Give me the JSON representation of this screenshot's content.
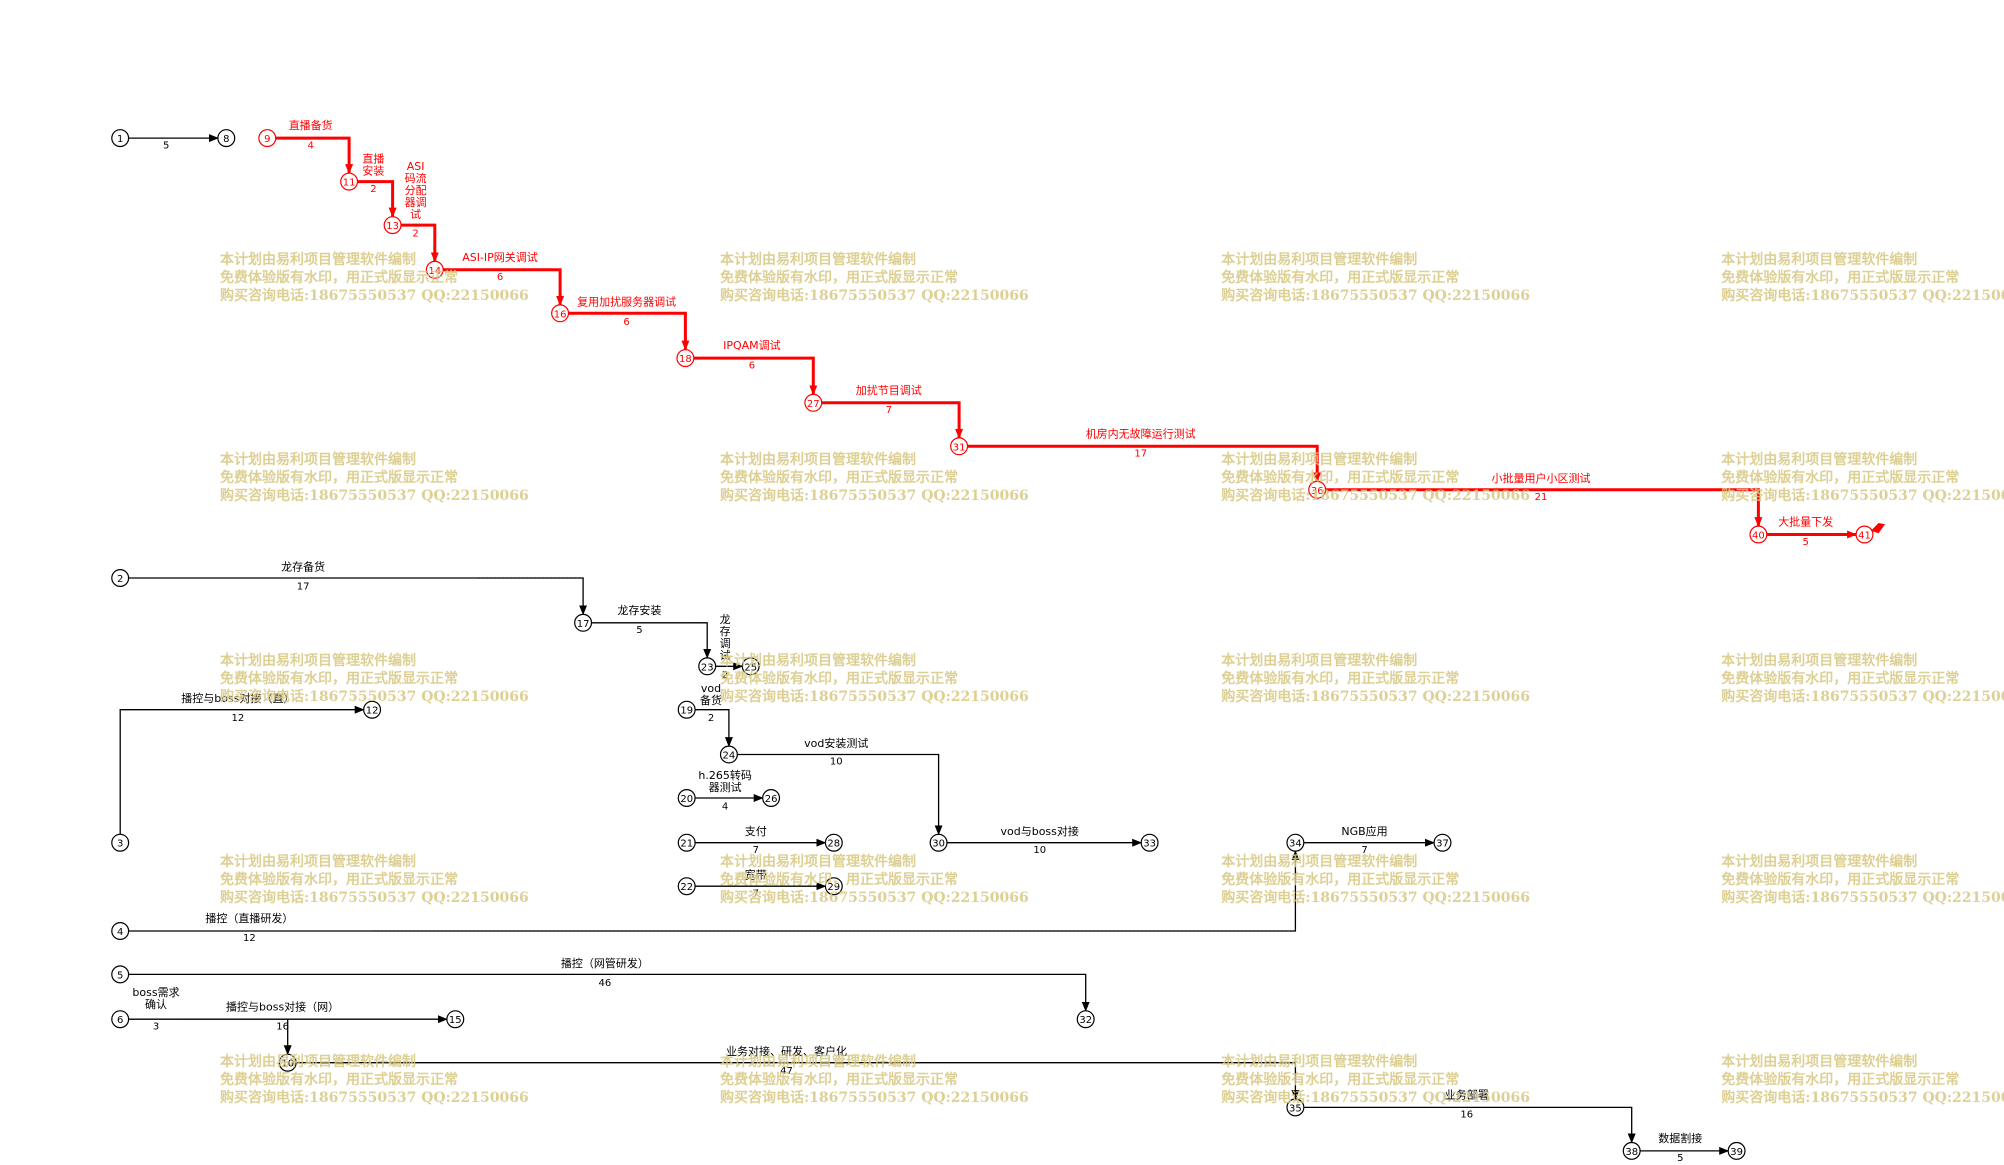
{
  "watermark": {
    "line1": "本计划由易利项目管理软件编制",
    "line2": "免费体验版有水印，用正式版显示正常",
    "line3": "购买咨询电话:18675550537 QQ:22150066"
  },
  "colors": {
    "critical": "#ff0000",
    "normal": "#000000",
    "float": "#00cc00",
    "watermark": "#d8c882"
  },
  "nodes": [
    "1",
    "8",
    "9",
    "11",
    "13",
    "14",
    "16",
    "18",
    "27",
    "31",
    "36",
    "40",
    "41",
    "2",
    "17",
    "23",
    "25",
    "19",
    "24",
    "20",
    "26",
    "21",
    "28",
    "22",
    "29",
    "30",
    "33",
    "34",
    "37",
    "3",
    "12",
    "4",
    "5",
    "32",
    "6",
    "15",
    "10",
    "35",
    "38",
    "39"
  ],
  "activities": [
    {
      "from": "1",
      "to": "8",
      "name": "",
      "duration": "5"
    },
    {
      "from": "9",
      "to": "11",
      "name": "直播备货",
      "duration": "4"
    },
    {
      "from": "11",
      "to": "13",
      "name": "直播安装",
      "duration": "2"
    },
    {
      "from": "13",
      "to": "14",
      "name": "ASI码流分配器调试",
      "duration": "2"
    },
    {
      "from": "14",
      "to": "16",
      "name": "ASI-IP网关调试",
      "duration": "6"
    },
    {
      "from": "16",
      "to": "18",
      "name": "复用加扰服务器调试",
      "duration": "6"
    },
    {
      "from": "18",
      "to": "27",
      "name": "IPQAM调试",
      "duration": "6"
    },
    {
      "from": "27",
      "to": "31",
      "name": "加扰节目调试",
      "duration": "7"
    },
    {
      "from": "31",
      "to": "36",
      "name": "机房内无故障运行测试",
      "duration": "17"
    },
    {
      "from": "36",
      "to": "40",
      "name": "小批量用户小区测试",
      "duration": "21"
    },
    {
      "from": "40",
      "to": "41",
      "name": "大批量下发",
      "duration": "5"
    },
    {
      "from": "2",
      "to": "17",
      "name": "龙存备货",
      "duration": "17"
    },
    {
      "from": "17",
      "to": "23",
      "name": "龙存安装",
      "duration": "5"
    },
    {
      "from": "23",
      "to": "25",
      "name": "龙存调试",
      "duration": "2"
    },
    {
      "from": "19",
      "to": "24",
      "name": "vod备货",
      "duration": "2"
    },
    {
      "from": "24",
      "to": "30",
      "name": "vod安装测试",
      "duration": "10"
    },
    {
      "from": "20",
      "to": "26",
      "name": "h.265转码器测试",
      "duration": "4"
    },
    {
      "from": "21",
      "to": "28",
      "name": "支付",
      "duration": "7"
    },
    {
      "from": "22",
      "to": "29",
      "name": "宽带",
      "duration": "7"
    },
    {
      "from": "30",
      "to": "33",
      "name": "vod与boss对接",
      "duration": "10"
    },
    {
      "from": "34",
      "to": "37",
      "name": "NGB应用",
      "duration": "7"
    },
    {
      "from": "3",
      "to": "12",
      "name": "播控与boss对接（直）",
      "duration": "12"
    },
    {
      "from": "4",
      "to": "34",
      "name": "播控（直播研发）",
      "duration": "12"
    },
    {
      "from": "5",
      "to": "32",
      "name": "播控（网管研发）",
      "duration": "46"
    },
    {
      "from": "6",
      "to": "10",
      "name": "boss需求确认",
      "duration": "3"
    },
    {
      "from": "10",
      "to": "15",
      "name": "播控与boss对接（网）",
      "duration": "16"
    },
    {
      "from": "10",
      "to": "35",
      "name": "业务对接、研发、客户化",
      "duration": "47"
    },
    {
      "from": "35",
      "to": "38",
      "name": "业务部署",
      "duration": "16"
    },
    {
      "from": "38",
      "to": "39",
      "name": "数据割接",
      "duration": "5"
    }
  ]
}
